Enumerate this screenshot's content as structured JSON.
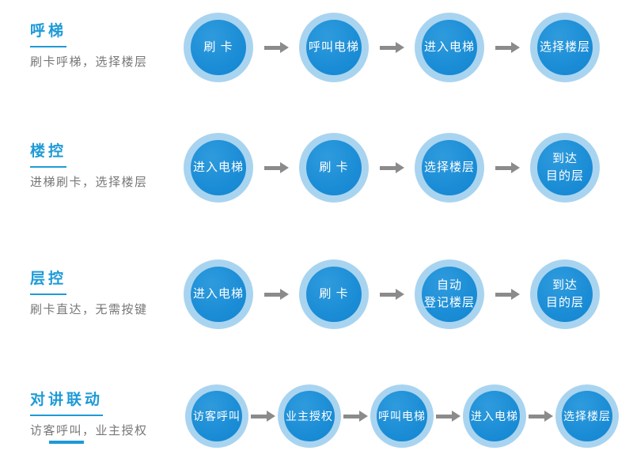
{
  "colors": {
    "brand_blue": "#1e9ad6",
    "circle_blue": "#1b8dd6",
    "ring_light_blue": "#a9d4f0",
    "arrow_gray": "#8b8b8b",
    "subtitle_gray": "#777777",
    "background": "#ffffff"
  },
  "sections": [
    {
      "title": "呼梯",
      "subtitle": "刷卡呼梯，选择楼层",
      "steps": [
        "刷 卡",
        "呼叫电梯",
        "进入电梯",
        "选择楼层"
      ]
    },
    {
      "title": "楼控",
      "subtitle": "进梯刷卡，选择楼层",
      "steps": [
        "进入电梯",
        "刷 卡",
        "选择楼层",
        "到达\n目的层"
      ]
    },
    {
      "title": "层控",
      "subtitle": "刷卡直达，无需按键",
      "steps": [
        "进入电梯",
        "刷 卡",
        "自动\n登记楼层",
        "到达\n目的层"
      ]
    },
    {
      "title": "对讲联动",
      "subtitle": "访客呼叫，业主授权",
      "steps": [
        "访客呼叫",
        "业主授权",
        "呼叫电梯",
        "进入电梯",
        "选择楼层"
      ]
    }
  ]
}
